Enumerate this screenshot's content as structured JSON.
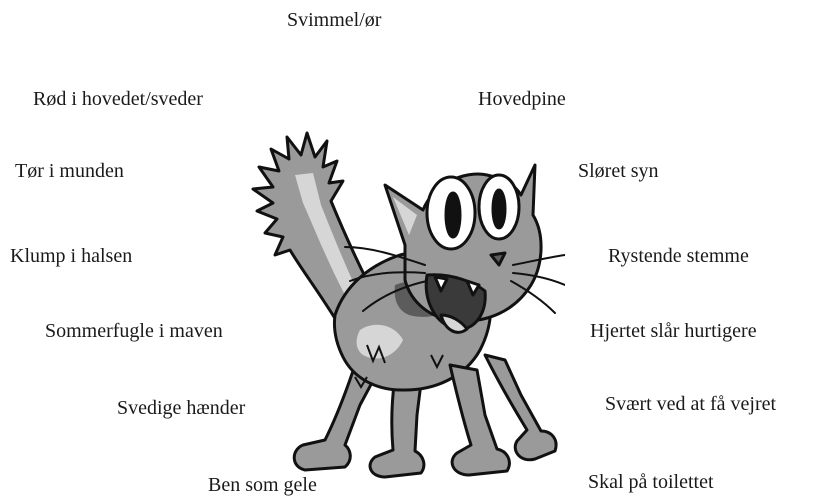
{
  "labels": {
    "dizzy": "Svimmel/ør",
    "red_sweating": "Rød i hovedet/sveder",
    "headache": "Hovedpine",
    "dry_mouth": "Tør i munden",
    "blurred_vision": "Sløret syn",
    "lump_throat": "Klump i halsen",
    "shaky_voice": "Rystende stemme",
    "butterflies": "Sommerfugle i maven",
    "heart_faster": "Hjertet slår hurtigere",
    "sweaty_hands": "Svedige hænder",
    "hard_breathing": "Svært ved at få vejret",
    "jelly_legs": "Ben som gele",
    "toilet": "Skal på toilettet"
  },
  "illustration": {
    "icon": "scared-cat-icon",
    "colors": {
      "body": "#9a9a9a",
      "light": "#d6d6d6",
      "dark": "#5c5c5c",
      "outline": "#111111"
    }
  }
}
